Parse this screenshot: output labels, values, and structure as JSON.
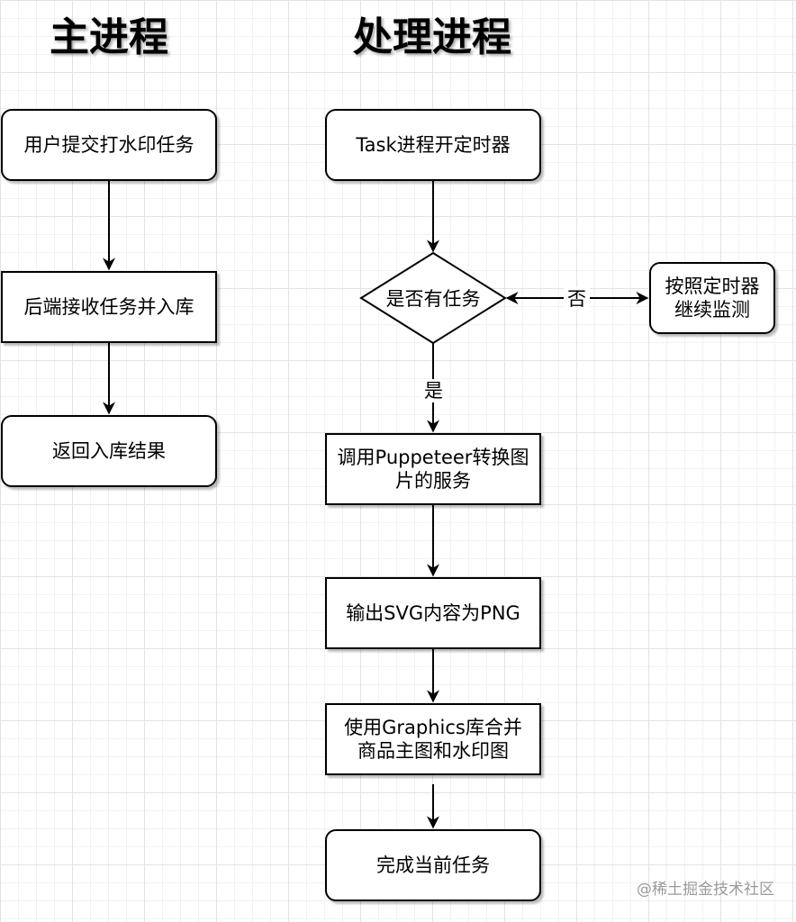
{
  "headings": {
    "main_process": "主进程",
    "processing_process": "处理进程"
  },
  "main_flow": {
    "submit": "用户提交打水印任务",
    "store": "后端接收任务并入库",
    "return": "返回入库结果"
  },
  "process_flow": {
    "timer": "Task进程开定时器",
    "decision": "是否有任务",
    "monitor_line1": "按照定时器",
    "monitor_line2": "继续监测",
    "puppeteer_line1": "调用Puppeteer转换图",
    "puppeteer_line2": "片的服务",
    "output": "输出SVG内容为PNG",
    "merge_line1": "使用Graphics库合并",
    "merge_line2": "商品主图和水印图",
    "done": "完成当前任务"
  },
  "edge_labels": {
    "no": "否",
    "yes": "是"
  },
  "watermark": "@稀土掘金技术社区"
}
